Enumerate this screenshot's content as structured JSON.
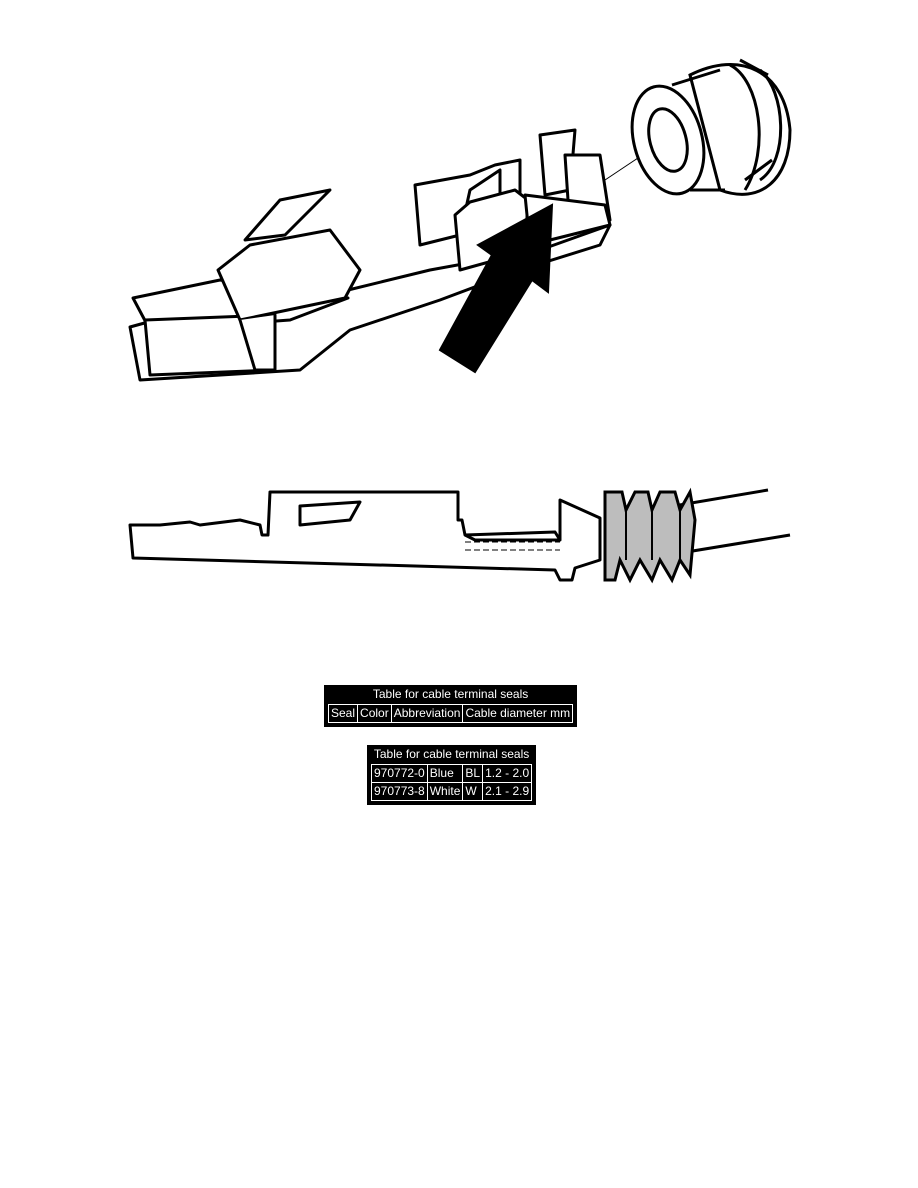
{
  "figures": [
    {
      "name": "terminal-isometric-figure"
    },
    {
      "name": "terminal-side-figure"
    }
  ],
  "table_header": {
    "caption": "Table for cable terminal seals",
    "columns": [
      "Seal",
      "Color",
      "Abbreviation",
      "Cable diameter mm"
    ]
  },
  "table_body": {
    "caption": "Table for cable terminal seals",
    "rows": [
      [
        "970772-0",
        "Blue",
        "BL",
        "1.2 - 2.0"
      ],
      [
        "970773-8",
        "White",
        "W",
        "2.1 - 2.9"
      ]
    ]
  }
}
